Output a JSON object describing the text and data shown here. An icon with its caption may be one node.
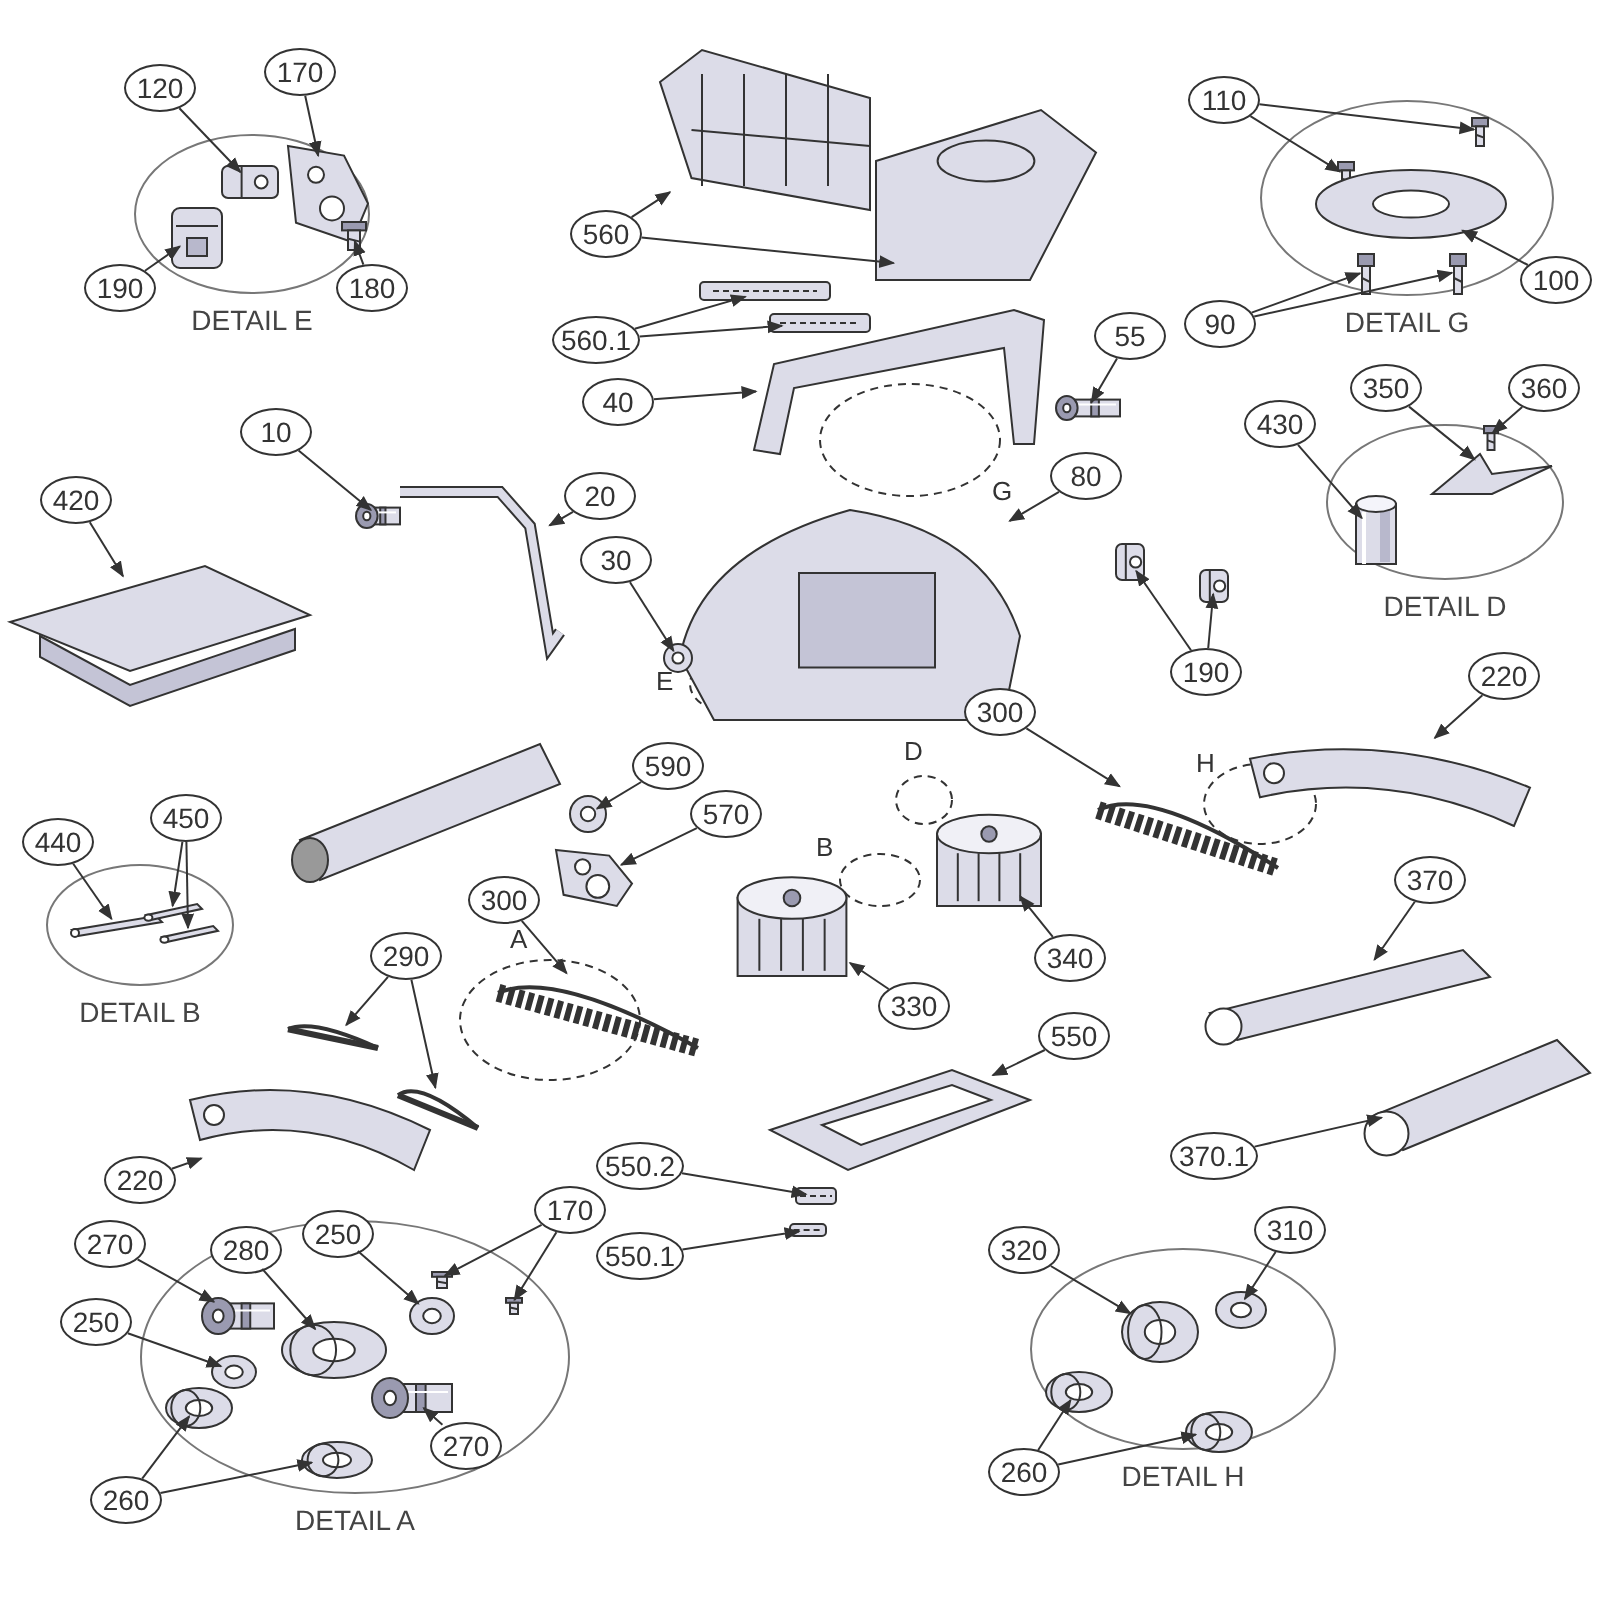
{
  "diagram": {
    "nodes": [
      {
        "text": [
          "DETAIL E"
        ]
      },
      {
        "text": [
          "120"
        ]
      },
      {
        "text": [
          "170"
        ]
      },
      {
        "text": [
          "190"
        ]
      },
      {
        "text": [
          "180"
        ]
      },
      {
        "text": [],
        "shape": "picture",
        "in": 0
      },
      {
        "text": [],
        "shape": "picture",
        "in": 0
      },
      {
        "text": [],
        "shape": "picture",
        "in": 0
      },
      {
        "text": [],
        "shape": "picture",
        "in": 0
      },
      {
        "text": [
          "560"
        ]
      },
      {
        "text": [],
        "shape": "picture"
      },
      {
        "text": [],
        "shape": "picture"
      },
      {
        "text": [
          "560.1"
        ]
      },
      {
        "text": [],
        "shape": "picture"
      },
      {
        "text": [],
        "shape": "picture"
      },
      {
        "text": [
          "DETAIL G"
        ]
      },
      {
        "text": [
          "110"
        ]
      },
      {
        "text": [
          "100"
        ]
      },
      {
        "text": [
          "90"
        ]
      },
      {
        "text": [],
        "shape": "picture",
        "in": 15
      },
      {
        "text": [],
        "shape": "picture",
        "in": 15
      },
      {
        "text": [],
        "shape": "picture",
        "in": 15
      },
      {
        "text": [],
        "shape": "picture",
        "in": 15
      },
      {
        "text": [],
        "shape": "picture",
        "in": 15
      },
      {
        "text": [
          "40"
        ]
      },
      {
        "text": [],
        "shape": "picture"
      },
      {
        "text": [
          "55"
        ]
      },
      {
        "text": [],
        "shape": "picture"
      },
      {
        "text": [
          "10"
        ]
      },
      {
        "text": [],
        "shape": "picture"
      },
      {
        "text": [
          "20"
        ]
      },
      {
        "text": [],
        "shape": "picture"
      },
      {
        "text": [
          "80"
        ]
      },
      {
        "text": [],
        "shape": "picture"
      },
      {
        "text": [
          "DETAIL D"
        ]
      },
      {
        "text": [
          "430"
        ]
      },
      {
        "text": [
          "350"
        ]
      },
      {
        "text": [
          "360"
        ]
      },
      {
        "text": [],
        "shape": "picture",
        "in": 34
      },
      {
        "text": [],
        "shape": "picture",
        "in": 34
      },
      {
        "text": [],
        "shape": "picture",
        "in": 34
      },
      {
        "text": [
          "420"
        ]
      },
      {
        "text": [],
        "shape": "picture"
      },
      {
        "text": [
          "30"
        ]
      },
      {
        "text": [],
        "shape": "picture"
      },
      {
        "text": [
          "190"
        ]
      },
      {
        "text": [],
        "shape": "picture"
      },
      {
        "text": [],
        "shape": "picture"
      },
      {
        "text": [
          "220"
        ]
      },
      {
        "text": [],
        "shape": "picture"
      },
      {
        "text": [
          "590"
        ]
      },
      {
        "text": [],
        "shape": "picture"
      },
      {
        "text": [
          "570"
        ]
      },
      {
        "text": [],
        "shape": "picture"
      },
      {
        "text": [
          "300"
        ]
      },
      {
        "text": [],
        "shape": "picture"
      },
      {
        "text": [
          "DETAIL B"
        ]
      },
      {
        "text": [
          "440"
        ]
      },
      {
        "text": [
          "450"
        ]
      },
      {
        "text": [],
        "shape": "picture",
        "in": 56
      },
      {
        "text": [],
        "shape": "picture",
        "in": 56
      },
      {
        "text": [],
        "shape": "picture",
        "in": 56
      },
      {
        "text": [
          "300"
        ]
      },
      {
        "text": [],
        "shape": "picture"
      },
      {
        "text": [
          "330"
        ]
      },
      {
        "text": [],
        "shape": "picture"
      },
      {
        "text": [
          "340"
        ]
      },
      {
        "text": [],
        "shape": "picture"
      },
      {
        "text": [
          "370"
        ]
      },
      {
        "text": [],
        "shape": "picture"
      },
      {
        "text": [
          "290"
        ]
      },
      {
        "text": [],
        "shape": "picture"
      },
      {
        "text": [],
        "shape": "picture"
      },
      {
        "text": [
          "220"
        ]
      },
      {
        "text": [],
        "shape": "picture"
      },
      {
        "text": [
          "550"
        ]
      },
      {
        "text": [],
        "shape": "picture"
      },
      {
        "text": [
          "370.1"
        ]
      },
      {
        "text": [],
        "shape": "picture"
      },
      {
        "text": [
          "550.2"
        ]
      },
      {
        "text": [],
        "shape": "picture"
      },
      {
        "text": [
          "550.1"
        ]
      },
      {
        "text": [],
        "shape": "picture"
      },
      {
        "text": [
          "DETAIL A"
        ]
      },
      {
        "text": [
          "270"
        ]
      },
      {
        "text": [
          "280"
        ],
        "in": 83
      },
      {
        "text": [
          "250"
        ],
        "in": 83
      },
      {
        "text": [
          "170"
        ]
      },
      {
        "text": [
          "250"
        ]
      },
      {
        "text": [
          "270"
        ],
        "in": 83
      },
      {
        "text": [
          "260"
        ]
      },
      {
        "text": [],
        "shape": "picture",
        "in": 83
      },
      {
        "text": [],
        "shape": "picture",
        "in": 83
      },
      {
        "text": [],
        "shape": "picture",
        "in": 83
      },
      {
        "text": [],
        "shape": "picture",
        "in": 83
      },
      {
        "text": [],
        "shape": "picture",
        "in": 83
      },
      {
        "text": [],
        "shape": "picture",
        "in": 83
      },
      {
        "text": [],
        "shape": "picture",
        "in": 83
      },
      {
        "text": [],
        "shape": "picture",
        "in": 83
      },
      {
        "text": [],
        "shape": "picture",
        "in": 83
      },
      {
        "text": [
          "DETAIL H"
        ]
      },
      {
        "text": [
          "320"
        ]
      },
      {
        "text": [
          "310"
        ]
      },
      {
        "text": [
          "260"
        ]
      },
      {
        "text": [],
        "shape": "picture",
        "in": 100
      },
      {
        "text": [],
        "shape": "picture",
        "in": 100
      },
      {
        "text": [],
        "shape": "picture",
        "in": 100
      },
      {
        "text": [],
        "shape": "picture",
        "in": 100
      }
    ],
    "edges": [
      {
        "from": 1,
        "to": 5,
        "arrow": "to"
      },
      {
        "from": 2,
        "to": 6,
        "arrow": "to"
      },
      {
        "from": 3,
        "to": 7,
        "arrow": "to"
      },
      {
        "from": 4,
        "to": 8,
        "arrow": "to"
      },
      {
        "from": 9,
        "to": 10,
        "arrow": "to"
      },
      {
        "from": 9,
        "to": 11,
        "arrow": "to"
      },
      {
        "from": 12,
        "to": 13,
        "arrow": "to"
      },
      {
        "from": 12,
        "to": 14,
        "arrow": "to"
      },
      {
        "from": 16,
        "to": 19,
        "arrow": "to"
      },
      {
        "from": 16,
        "to": 20,
        "arrow": "to"
      },
      {
        "from": 17,
        "to": 21,
        "arrow": "to"
      },
      {
        "from": 18,
        "to": 22,
        "arrow": "to"
      },
      {
        "from": 18,
        "to": 23,
        "arrow": "to"
      },
      {
        "from": 24,
        "to": 25,
        "arrow": "to"
      },
      {
        "from": 26,
        "to": 27,
        "arrow": "to"
      },
      {
        "from": 28,
        "to": 29,
        "arrow": "to"
      },
      {
        "from": 30,
        "to": 31,
        "arrow": "to"
      },
      {
        "from": 32,
        "to": 33,
        "arrow": "to"
      },
      {
        "from": 35,
        "to": 38,
        "arrow": "to"
      },
      {
        "from": 36,
        "to": 39,
        "arrow": "to"
      },
      {
        "from": 37,
        "to": 40,
        "arrow": "to"
      },
      {
        "from": 41,
        "to": 42,
        "arrow": "to"
      },
      {
        "from": 43,
        "to": 44,
        "arrow": "to"
      },
      {
        "from": 45,
        "to": 46,
        "arrow": "to"
      },
      {
        "from": 45,
        "to": 47,
        "arrow": "to"
      },
      {
        "from": 48,
        "to": 49,
        "arrow": "to"
      },
      {
        "from": 50,
        "to": 51,
        "arrow": "to"
      },
      {
        "from": 52,
        "to": 53,
        "arrow": "to"
      },
      {
        "from": 54,
        "to": 55,
        "arrow": "to"
      },
      {
        "from": 57,
        "to": 59,
        "arrow": "to"
      },
      {
        "from": 58,
        "to": 60,
        "arrow": "to"
      },
      {
        "from": 58,
        "to": 61,
        "arrow": "to"
      },
      {
        "from": 62,
        "to": 63,
        "arrow": "to"
      },
      {
        "from": 64,
        "to": 65,
        "arrow": "to"
      },
      {
        "from": 66,
        "to": 67,
        "arrow": "to"
      },
      {
        "from": 68,
        "to": 69,
        "arrow": "to"
      },
      {
        "from": 70,
        "to": 71,
        "arrow": "to"
      },
      {
        "from": 70,
        "to": 72,
        "arrow": "to"
      },
      {
        "from": 73,
        "to": 74,
        "arrow": "to"
      },
      {
        "from": 75,
        "to": 76,
        "arrow": "to"
      },
      {
        "from": 77,
        "to": 78,
        "arrow": "to"
      },
      {
        "from": 79,
        "to": 80,
        "arrow": "to"
      },
      {
        "from": 81,
        "to": 82,
        "arrow": "to"
      },
      {
        "from": 84,
        "to": 91,
        "arrow": "to"
      },
      {
        "from": 85,
        "to": 92,
        "arrow": "to"
      },
      {
        "from": 86,
        "to": 93,
        "arrow": "to"
      },
      {
        "from": 87,
        "to": 94,
        "arrow": "to"
      },
      {
        "from": 87,
        "to": 95,
        "arrow": "to"
      },
      {
        "from": 88,
        "to": 96,
        "arrow": "to"
      },
      {
        "from": 89,
        "to": 97,
        "arrow": "to"
      },
      {
        "from": 90,
        "to": 98,
        "arrow": "to"
      },
      {
        "from": 90,
        "to": 99,
        "arrow": "to"
      },
      {
        "from": 101,
        "to": 104,
        "arrow": "to"
      },
      {
        "from": 102,
        "to": 105,
        "arrow": "to"
      },
      {
        "from": 103,
        "to": 106,
        "arrow": "to"
      },
      {
        "from": 103,
        "to": 107,
        "arrow": "to"
      }
    ],
    "labels": [
      "G",
      "E",
      "D",
      "H",
      "B",
      "A"
    ]
  }
}
